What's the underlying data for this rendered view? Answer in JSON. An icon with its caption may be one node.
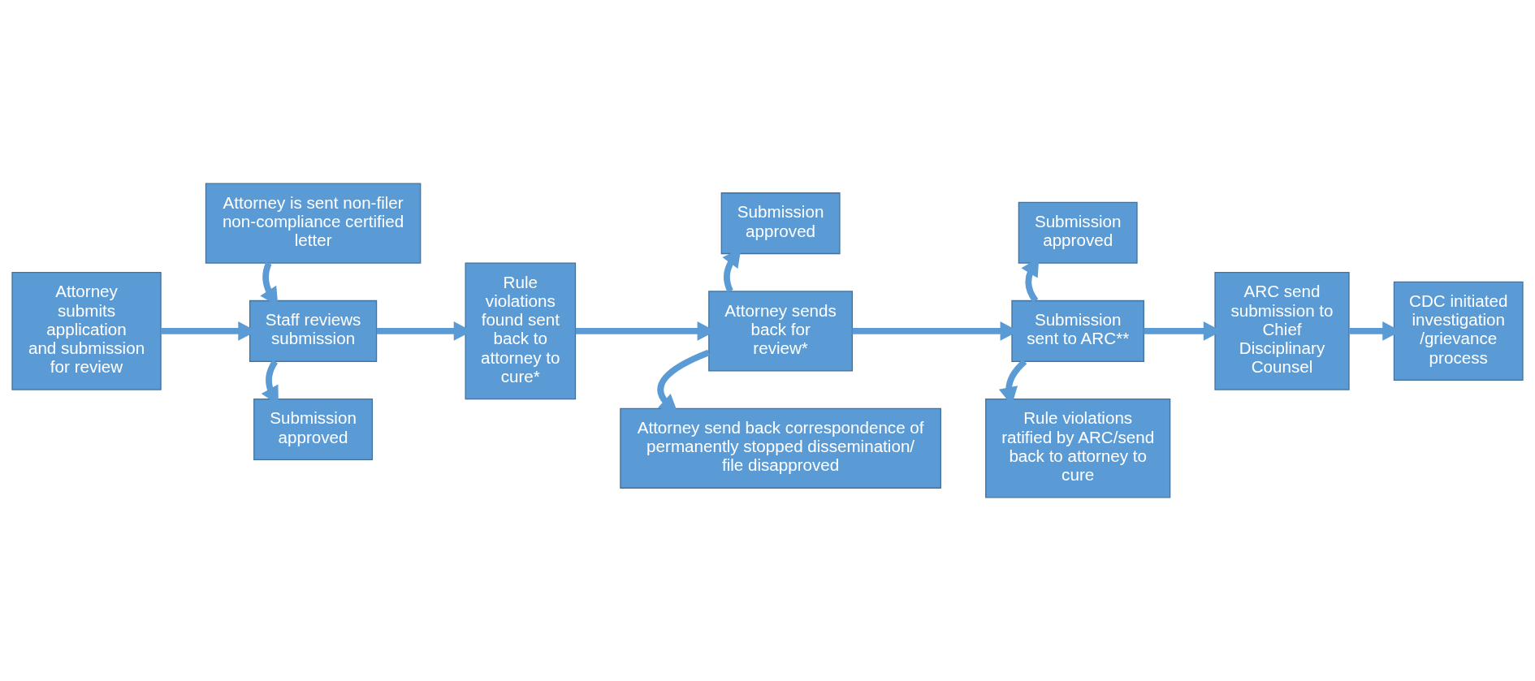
{
  "diagram": {
    "nodes": [
      {
        "text": [
          "Attorney submits application and submission for review"
        ]
      },
      {
        "text": [
          "Submission approved"
        ]
      },
      {
        "text": [
          "Staff reviews submission"
        ]
      },
      {
        "text": [
          "Attorney is sent non-filer non-compliance certified letter"
        ]
      },
      {
        "text": [
          "Rule violations found sent back to attorney to cure*"
        ]
      },
      {
        "text": [
          "Submission approved"
        ]
      },
      {
        "text": [
          "Attorney sends back for review*"
        ]
      },
      {
        "text": [
          "Attorney send back correspondence of permanently stopped dissemination/ file disapproved"
        ]
      },
      {
        "text": [
          "Submission approved"
        ]
      },
      {
        "text": [
          "Submission sent to ARC**"
        ]
      },
      {
        "text": [
          "Rule violations ratified by ARC/send back to attorney to cure"
        ]
      },
      {
        "text": [
          "ARC send submission to Chief Disciplinary Counsel"
        ]
      },
      {
        "text": [
          "CDC initiated investigation /grievance process"
        ]
      }
    ],
    "edges": [
      {
        "from": 0,
        "to": 2,
        "arrow": "to"
      },
      {
        "from": 2,
        "to": 1,
        "arrow": "to"
      },
      {
        "from": 3,
        "to": 2,
        "arrow": "to"
      },
      {
        "from": 2,
        "to": 4,
        "arrow": "to"
      },
      {
        "from": 4,
        "to": 6,
        "arrow": "to"
      },
      {
        "from": 6,
        "to": 5,
        "arrow": "to"
      },
      {
        "from": 6,
        "to": 7,
        "arrow": "to"
      },
      {
        "from": 6,
        "to": 9,
        "arrow": "to"
      },
      {
        "from": 9,
        "to": 8,
        "arrow": "to"
      },
      {
        "from": 9,
        "to": 10,
        "arrow": "to"
      },
      {
        "from": 9,
        "to": 11,
        "arrow": "to"
      },
      {
        "from": 11,
        "to": 12,
        "arrow": "to"
      }
    ]
  }
}
